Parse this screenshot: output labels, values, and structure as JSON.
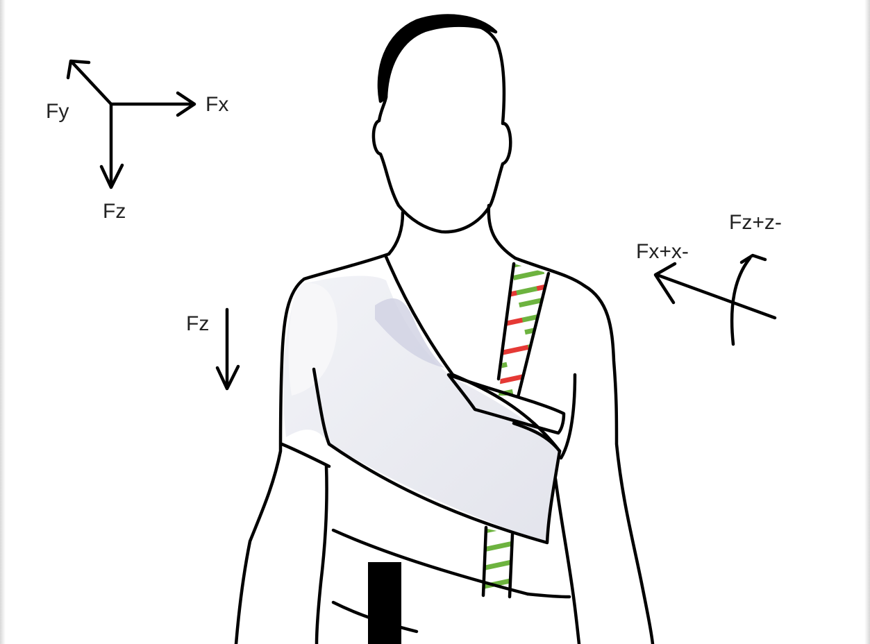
{
  "axes_legend": {
    "fx_label": "Fx",
    "fy_label": "Fy",
    "fz_label": "Fz"
  },
  "left_force": {
    "label": "Fz"
  },
  "right_rotation": {
    "fx_label": "Fx+x-",
    "fz_label": "Fz+z-"
  },
  "colors": {
    "outline": "#000000",
    "sling": "#e8e9f0",
    "sling_shadow": "#c9cbdc",
    "stripe_green": "#6db33f",
    "stripe_red": "#e53935",
    "strap": "#000000"
  }
}
